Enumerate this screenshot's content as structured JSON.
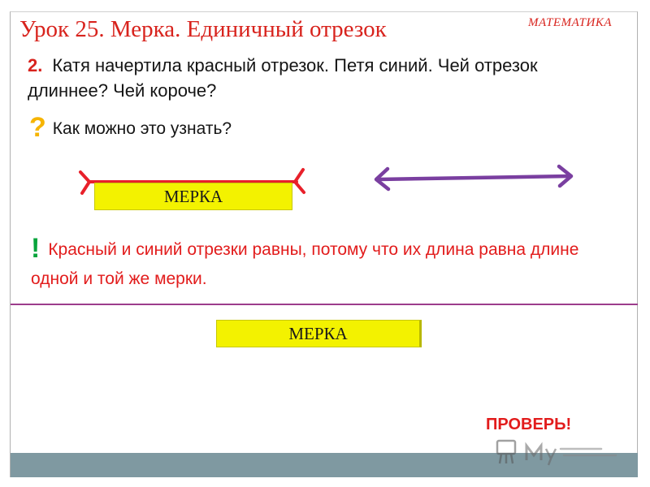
{
  "slide": {
    "title": "Урок 25. Мерка. Единичный отрезок",
    "subject": "МАТЕМАТИКА",
    "task_number": "2.",
    "task_text": "Катя  начертила красный  отрезок. Петя  синий. Чей отрезок длиннее? Чей короче?",
    "question_mark": "?",
    "question_text": "Как можно это узнать?",
    "answer_mark": "!",
    "answer_text": "Красный и синий отрезки равны, потому что их длина равна длине одной и той же мерки.",
    "ruler_label_1": "МЕРКА",
    "ruler_label_2": "МЕРКА",
    "check_button": "ПРОВЕРЬ!"
  },
  "colors": {
    "title": "#d8231d",
    "red_segment": "#e8202a",
    "purple_segment": "#7a3fa0",
    "divider": "#9c3c8c",
    "ruler_fill": "#f3f200",
    "question_mark": "#f6b400",
    "answer_mark": "#07a43c",
    "bottom_bar": "#7f99a1"
  },
  "icons": {
    "watermark": "myshared-logo-icon"
  }
}
